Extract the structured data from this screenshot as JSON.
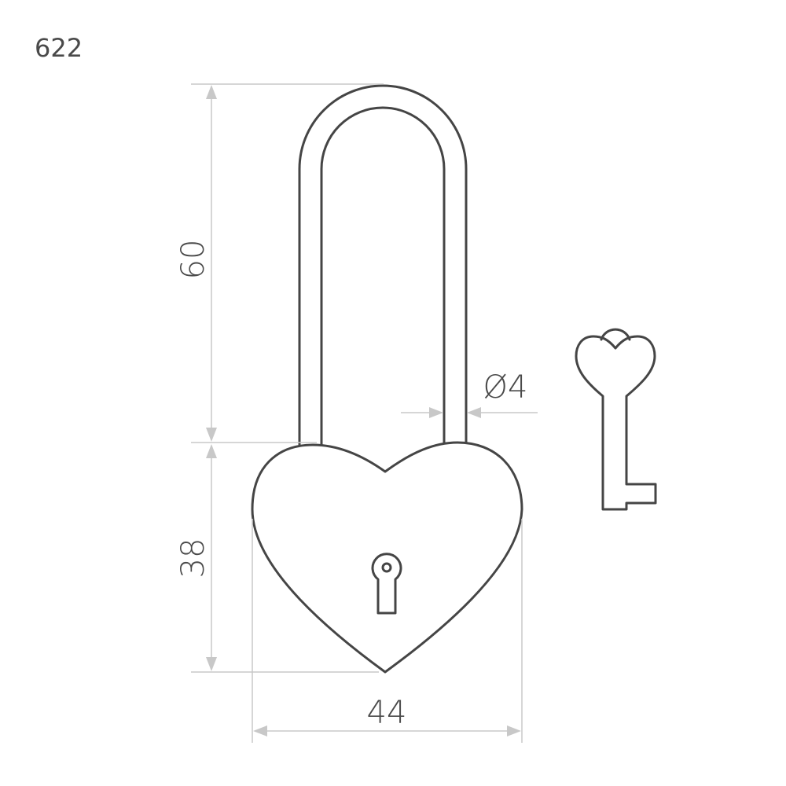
{
  "model": "622",
  "dimensions": {
    "shackle_height": "60",
    "body_height": "38",
    "body_width": "44",
    "shackle_diameter": "Ø4"
  },
  "colors": {
    "outline": "#454545",
    "dimension_line": "#c8c8c8",
    "text": "#4a4a4a"
  }
}
